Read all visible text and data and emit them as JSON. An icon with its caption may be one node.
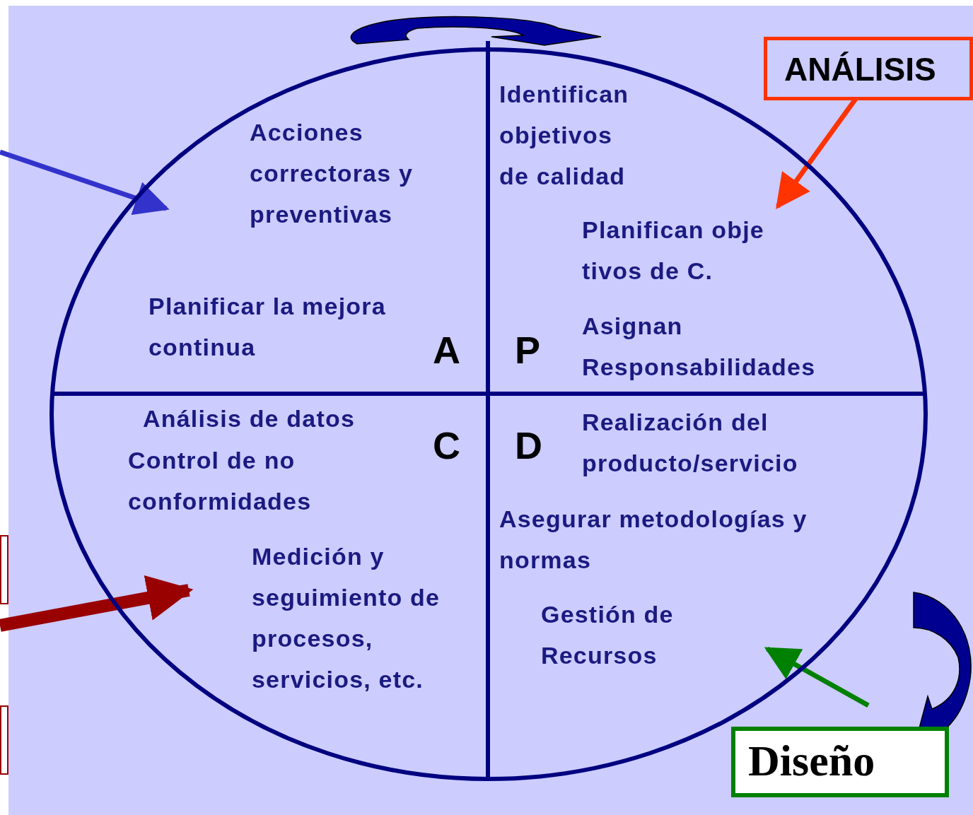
{
  "diagram": {
    "nodes": [
      {
        "text": [],
        "shape": "circle"
      },
      {
        "text": [
          "Acciones correctoras y preventivas",
          "Planificar la mejora continua",
          "A"
        ],
        "in": 0
      },
      {
        "text": [
          "Identifican objetivos de calidad",
          "Planifican obje tivos de C.",
          "P",
          "Asignan Responsabilidades"
        ],
        "in": 0
      },
      {
        "text": [
          "Análisis de  datos",
          "C",
          "Control de no conformidades",
          "Medición y seguimiento de procesos, servicios, etc."
        ],
        "in": 0
      },
      {
        "text": [
          "D",
          "Realización del producto/servicio",
          "Asegurar metodologías y normas",
          "Gestión de Recursos"
        ],
        "in": 0
      },
      {
        "text": [
          "ANÁLISIS"
        ]
      },
      {
        "text": [
          "Diseño"
        ]
      },
      {
        "text": [],
        "shape": "box"
      },
      {
        "text": [],
        "shape": "box"
      }
    ],
    "edges": [
      {
        "from": null,
        "to": 1,
        "arrow": "to",
        "color": "#3333cc"
      },
      {
        "from": 5,
        "to": 2,
        "arrow": "to",
        "color": "#ff3300"
      },
      {
        "from": null,
        "to": 3,
        "arrow": "to",
        "style": "thick",
        "color": "#990000"
      },
      {
        "from": 6,
        "to": 4,
        "arrow": "to",
        "color": "#008000"
      }
    ]
  }
}
